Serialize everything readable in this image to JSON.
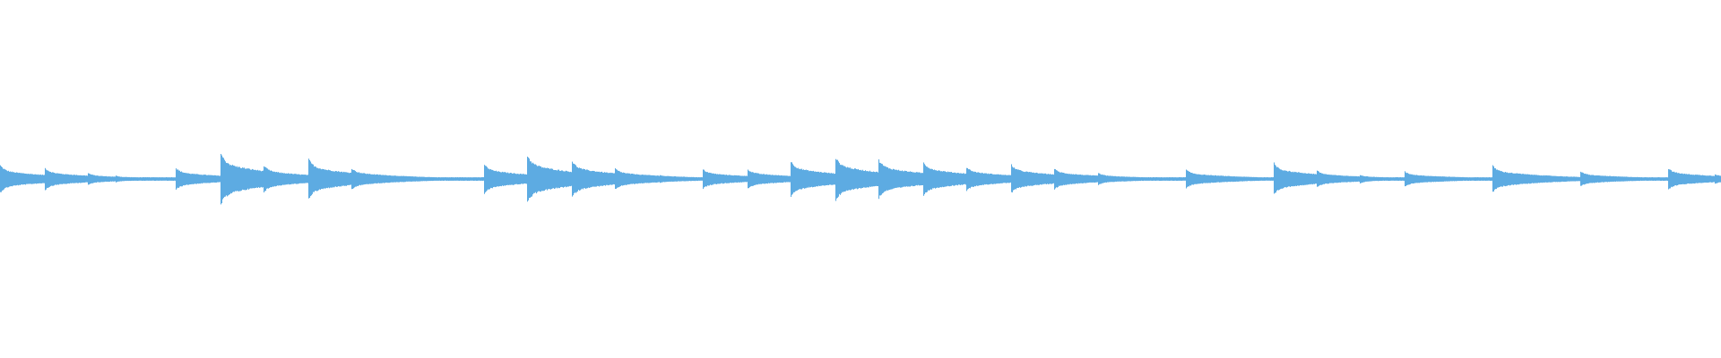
{
  "chart_data": {
    "type": "area",
    "description_of_axes": "",
    "title": "",
    "xlabel": "",
    "ylabel": "",
    "ylim": [
      -1,
      1
    ],
    "xlim": [
      0,
      1
    ],
    "grid": false,
    "color": "#5dabe2",
    "background": "#ffffff",
    "floor_amplitude": 0.01,
    "notes": [
      {
        "t": 0.0,
        "amp": 0.08
      },
      {
        "t": 0.026,
        "amp": 0.065
      },
      {
        "t": 0.051,
        "amp": 0.035
      },
      {
        "t": 0.067,
        "amp": 0.02
      },
      {
        "t": 0.08,
        "amp": 0.01
      },
      {
        "t": 0.102,
        "amp": 0.065
      },
      {
        "t": 0.128,
        "amp": 0.155
      },
      {
        "t": 0.153,
        "amp": 0.08
      },
      {
        "t": 0.179,
        "amp": 0.12
      },
      {
        "t": 0.204,
        "amp": 0.065
      },
      {
        "t": 0.236,
        "amp": 0.01
      },
      {
        "t": 0.281,
        "amp": 0.09
      },
      {
        "t": 0.306,
        "amp": 0.145
      },
      {
        "t": 0.332,
        "amp": 0.11
      },
      {
        "t": 0.357,
        "amp": 0.065
      },
      {
        "t": 0.383,
        "amp": 0.025
      },
      {
        "t": 0.408,
        "amp": 0.06
      },
      {
        "t": 0.434,
        "amp": 0.06
      },
      {
        "t": 0.459,
        "amp": 0.11
      },
      {
        "t": 0.485,
        "amp": 0.135
      },
      {
        "t": 0.51,
        "amp": 0.12
      },
      {
        "t": 0.536,
        "amp": 0.105
      },
      {
        "t": 0.561,
        "amp": 0.075
      },
      {
        "t": 0.587,
        "amp": 0.09
      },
      {
        "t": 0.612,
        "amp": 0.065
      },
      {
        "t": 0.638,
        "amp": 0.035
      },
      {
        "t": 0.689,
        "amp": 0.055
      },
      {
        "t": 0.74,
        "amp": 0.095
      },
      {
        "t": 0.765,
        "amp": 0.05
      },
      {
        "t": 0.79,
        "amp": 0.025
      },
      {
        "t": 0.816,
        "amp": 0.045
      },
      {
        "t": 0.867,
        "amp": 0.08
      },
      {
        "t": 0.918,
        "amp": 0.045
      },
      {
        "t": 0.969,
        "amp": 0.065
      },
      {
        "t": 0.996,
        "amp": 0.03
      }
    ]
  }
}
